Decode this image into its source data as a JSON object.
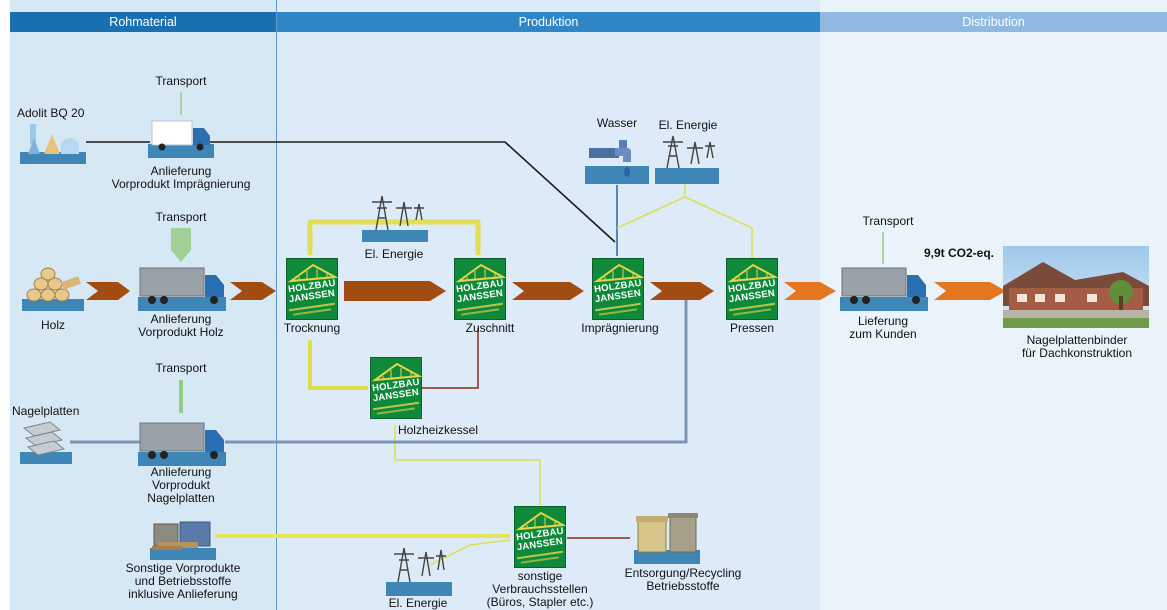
{
  "columns": {
    "rohmaterial": "Rohmaterial",
    "produktion": "Produktion",
    "distribution": "Distribution"
  },
  "colors": {
    "header_dark": "#1a6fae",
    "header_light": "#8fb9e0",
    "panel_blue": "#d8e9f6",
    "panel_light": "#e9f1f9",
    "arrow_brown": "#a34c12",
    "arrow_orange": "#e3761f",
    "logo_green": "#0f8a3b",
    "energy_yellow": "#dede4a",
    "line_grey_blue": "#7a95b5"
  },
  "labels": {
    "adolit": "Adolit BQ 20",
    "transport_top": "Transport",
    "anlieferung_impr_1": "Anlieferung",
    "anlieferung_impr_2": "Vorprodukt Imprägnierung",
    "transport_holz": "Transport",
    "holz": "Holz",
    "anlieferung_holz_1": "Anlieferung",
    "anlieferung_holz_2": "Vorprodukt Holz",
    "transport_nagel": "Transport",
    "nagelplatten": "Nagelplatten",
    "anlieferung_nagel_1": "Anlieferung",
    "anlieferung_nagel_2": "Vorprodukt",
    "anlieferung_nagel_3": "Nagelplatten",
    "sonstige_1": "Sonstige Vorprodukte",
    "sonstige_2": "und Betriebsstoffe",
    "sonstige_3": "inklusive Anlieferung",
    "energie_top": "El. Energie",
    "trocknung": "Trocknung",
    "zuschnitt": "Zuschnitt",
    "impraegnierung": "Imprägnierung",
    "pressen": "Pressen",
    "wasser": "Wasser",
    "energie_right": "El. Energie",
    "holzheizkessel": "Holzheizkessel",
    "verbrauch_1": "sonstige",
    "verbrauch_2": "Verbrauchsstellen",
    "verbrauch_3": "(Büros, Stapler etc.)",
    "energie_bottom": "El. Energie",
    "entsorgung_1": "Entsorgung/Recycling",
    "entsorgung_2": "Betriebsstoffe",
    "transport_dist": "Transport",
    "lieferung_1": "Lieferung",
    "lieferung_2": "zum Kunden",
    "co2": "9,9t CO2-eq.",
    "product_1": "Nagelplattenbinder",
    "product_2": "für Dachkonstruktion"
  },
  "logo": {
    "line1": "HOLZBAU",
    "line2": "JANSSEN"
  },
  "icons": {
    "factory": "factory-icon",
    "truck": "truck-icon",
    "logs": "wood-logs-icon",
    "plates": "nail-plates-icon",
    "pallets": "pallets-icon",
    "pylon": "power-pylon-icon",
    "tap": "water-tap-icon",
    "bins": "waste-bins-icon",
    "building": "building-photo-icon"
  }
}
